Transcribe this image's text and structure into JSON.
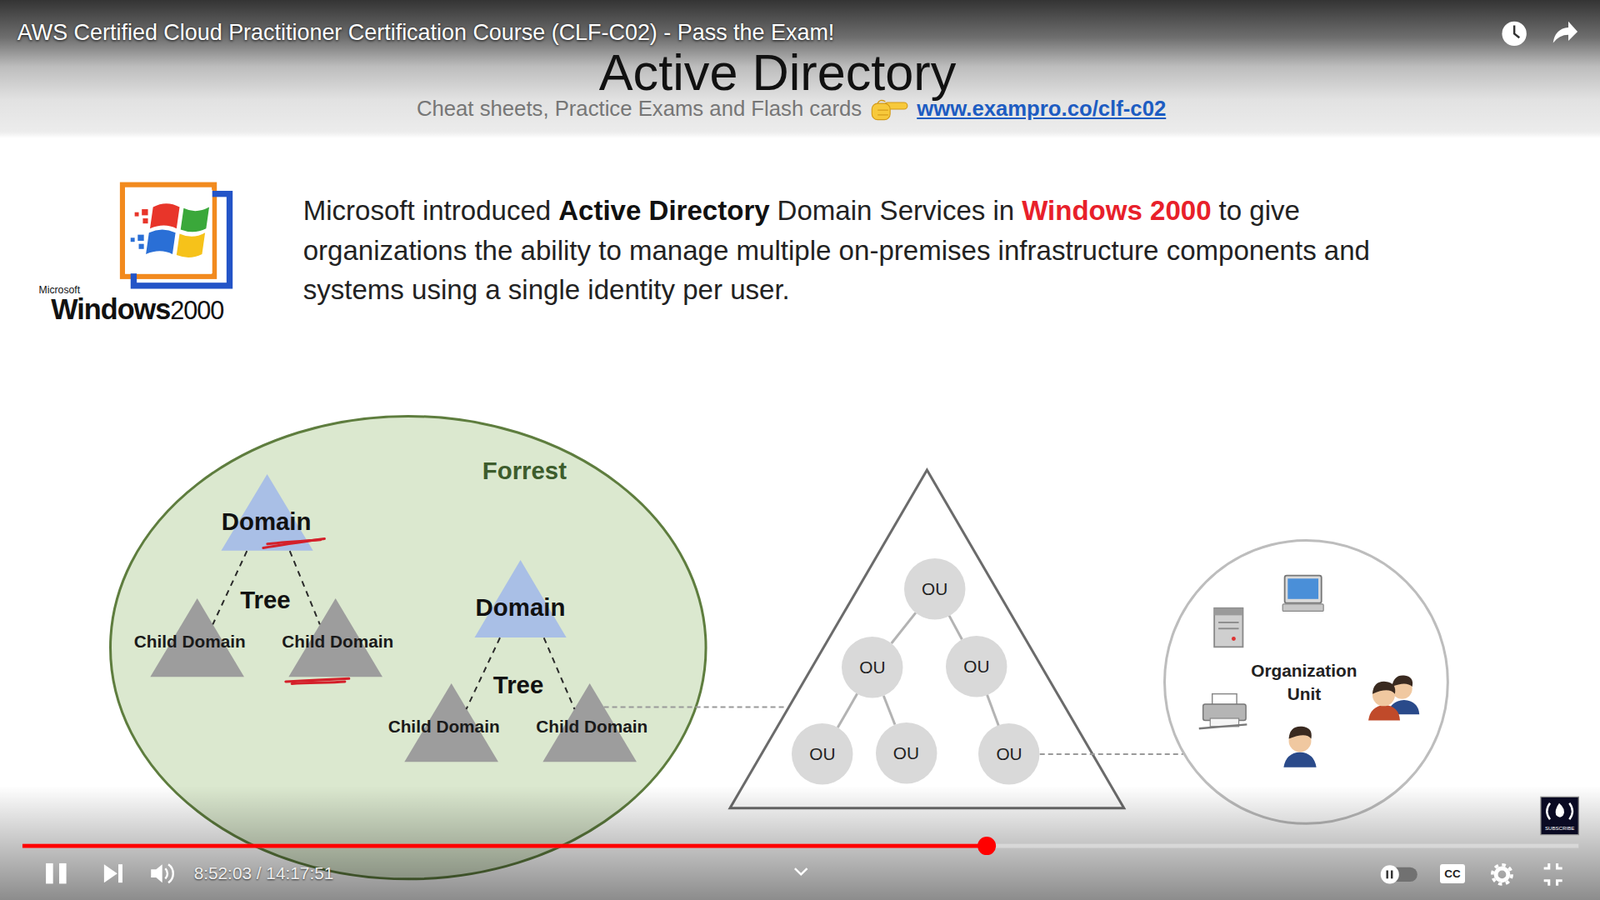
{
  "diagram": {
    "title": "Active Directory",
    "nodes": [
      {
        "text": [
          "Forrest"
        ]
      },
      {
        "text": [
          "Domain"
        ],
        "in": 0
      },
      {
        "text": [
          "Child Domain"
        ],
        "in": 0
      },
      {
        "text": [
          "Child Domain"
        ],
        "in": 0
      },
      {
        "text": [
          "Domain"
        ],
        "in": 0
      },
      {
        "text": [
          "Child Domain"
        ],
        "in": 0
      },
      {
        "text": [
          "Child Domain"
        ],
        "in": 0
      },
      {
        "text": []
      },
      {
        "text": [
          "OU"
        ],
        "in": 7
      },
      {
        "text": [
          "OU"
        ],
        "in": 7
      },
      {
        "text": [
          "OU"
        ],
        "in": 7
      },
      {
        "text": [
          "OU"
        ],
        "in": 7
      },
      {
        "text": [
          "OU"
        ],
        "in": 7
      },
      {
        "text": [
          "OU"
        ],
        "in": 7
      },
      {
        "text": [
          "Organization Unit"
        ]
      }
    ],
    "edges": [
      {
        "from": 1,
        "to": 2,
        "arrow": "none"
      },
      {
        "from": 1,
        "to": 3,
        "arrow": "none"
      },
      {
        "from": 4,
        "to": 5,
        "arrow": "none"
      },
      {
        "from": 4,
        "to": 6,
        "arrow": "none"
      },
      {
        "from": 6,
        "to": 7,
        "arrow": "none"
      },
      {
        "from": 8,
        "to": 9,
        "arrow": "none"
      },
      {
        "from": 8,
        "to": 10,
        "arrow": "none"
      },
      {
        "from": 9,
        "to": 11,
        "arrow": "none"
      },
      {
        "from": 9,
        "to": 12,
        "arrow": "none"
      },
      {
        "from": 10,
        "to": 13,
        "arrow": "none"
      },
      {
        "from": 13,
        "to": 14,
        "arrow": "none"
      }
    ],
    "labels": [
      "AWS Certified Cloud Practitioner Certification Course (CLF-C02) - Pass the Exam!",
      "Cheat sheets, Practice Exams and Flash cards",
      "www.exampro.co/clf-c02",
      "Microsoft",
      "Windows",
      "2000",
      "Microsoft introduced",
      "Active Directory",
      "Domain Services in",
      "Windows 2000",
      "to give organizations the ability to manage multiple on-premises infrastructure components and systems using a single identity per user.",
      "Tree",
      "Tree",
      "8:52:03 / 14:17:51",
      "CC",
      "SUBSCRIBE"
    ]
  }
}
